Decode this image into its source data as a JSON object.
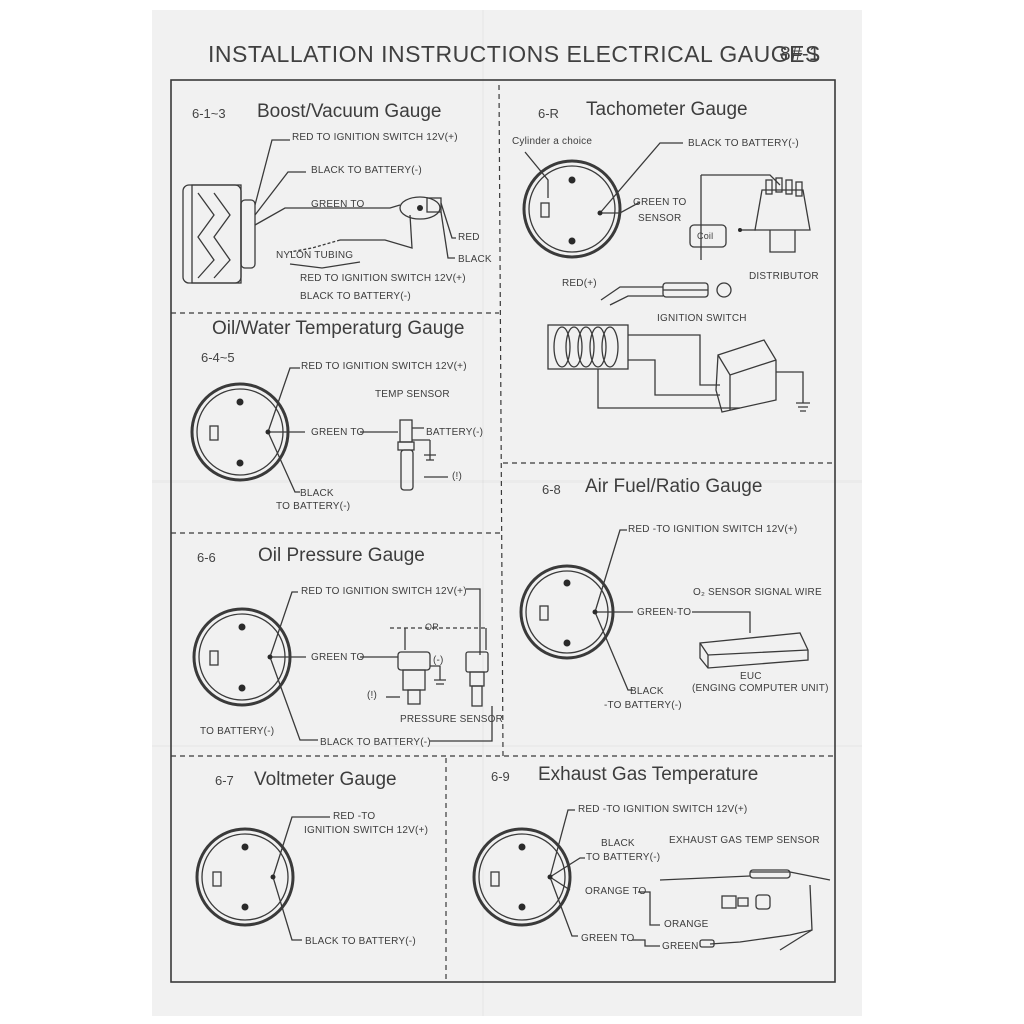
{
  "page": {
    "title": "INSTALLATION INSTRUCTIONS ELECTRICAL GAUGES",
    "page_code": "8#-1"
  },
  "boost": {
    "number": "6-1~3",
    "title": "Boost/Vacuum Gauge",
    "red": "RED  TO IGNITION SWITCH 12V(+)",
    "black": "BLACK  TO BATTERY(-)",
    "green": "GREEN TO",
    "red2": "RED",
    "black2": "BLACK",
    "nylon": "NYLON TUBING",
    "red3": "RED  TO IGNITION SWITCH 12V(+)",
    "black3": "BLACK  TO BATTERY(-)"
  },
  "tacho": {
    "number": "6-R",
    "title": "Tachometer Gauge",
    "cylinder": "Cylinder a choice",
    "black": "BLACK  TO BATTERY(-)",
    "green1": "GREEN TO",
    "green2": "SENSOR",
    "coil": "Coil",
    "distributor": "DISTRIBUTOR",
    "red": "RED(+)",
    "ignition": "IGNITION SWITCH"
  },
  "oilwater": {
    "number": "6-4~5",
    "title": "Oil/Water Temperaturg Gauge",
    "red": "RED TO IGNITION SWITCH 12V(+)",
    "sensor": "TEMP SENSOR",
    "green": "GREEN TO",
    "battery": "BATTERY(-)",
    "warn": "(!)",
    "black1": "BLACK",
    "black2": "TO BATTERY(-)"
  },
  "airfuel": {
    "number": "6-8",
    "title": "Air Fuel/Ratio Gauge",
    "red": "RED -TO IGNITION SWITCH 12V(+)",
    "o2": "O₂ SENSOR SIGNAL WIRE",
    "green": "GREEN-TO",
    "euc1": "EUC",
    "euc2": "(ENGING COMPUTER UNIT)",
    "black1": "BLACK",
    "black2": "-TO BATTERY(-)"
  },
  "oilpressure": {
    "number": "6-6",
    "title": "Oil Pressure Gauge",
    "red": "RED TO IGNITION SWITCH 12V(+)",
    "or": "OR",
    "green": "GREEN TO",
    "minus": "(-)",
    "warn": "(!)",
    "sensor": "PRESSURE SENSOR",
    "tobattery": "TO BATTERY(-)",
    "black": "BLACK TO BATTERY(-)"
  },
  "volt": {
    "number": "6-7",
    "title": "Voltmeter Gauge",
    "red1": "RED -TO",
    "red2": "IGNITION SWITCH 12V(+)",
    "black": "BLACK  TO BATTERY(-)"
  },
  "egt": {
    "number": "6-9",
    "title": "Exhaust Gas Temperature",
    "red": "RED -TO IGNITION SWITCH 12V(+)",
    "black1": "BLACK",
    "black2": "TO BATTERY(-)",
    "sensor": "EXHAUST GAS TEMP SENSOR",
    "orange": "ORANGE TO",
    "orange2": "ORANGE",
    "green": "GREEN TO",
    "green2": "GREEN"
  }
}
